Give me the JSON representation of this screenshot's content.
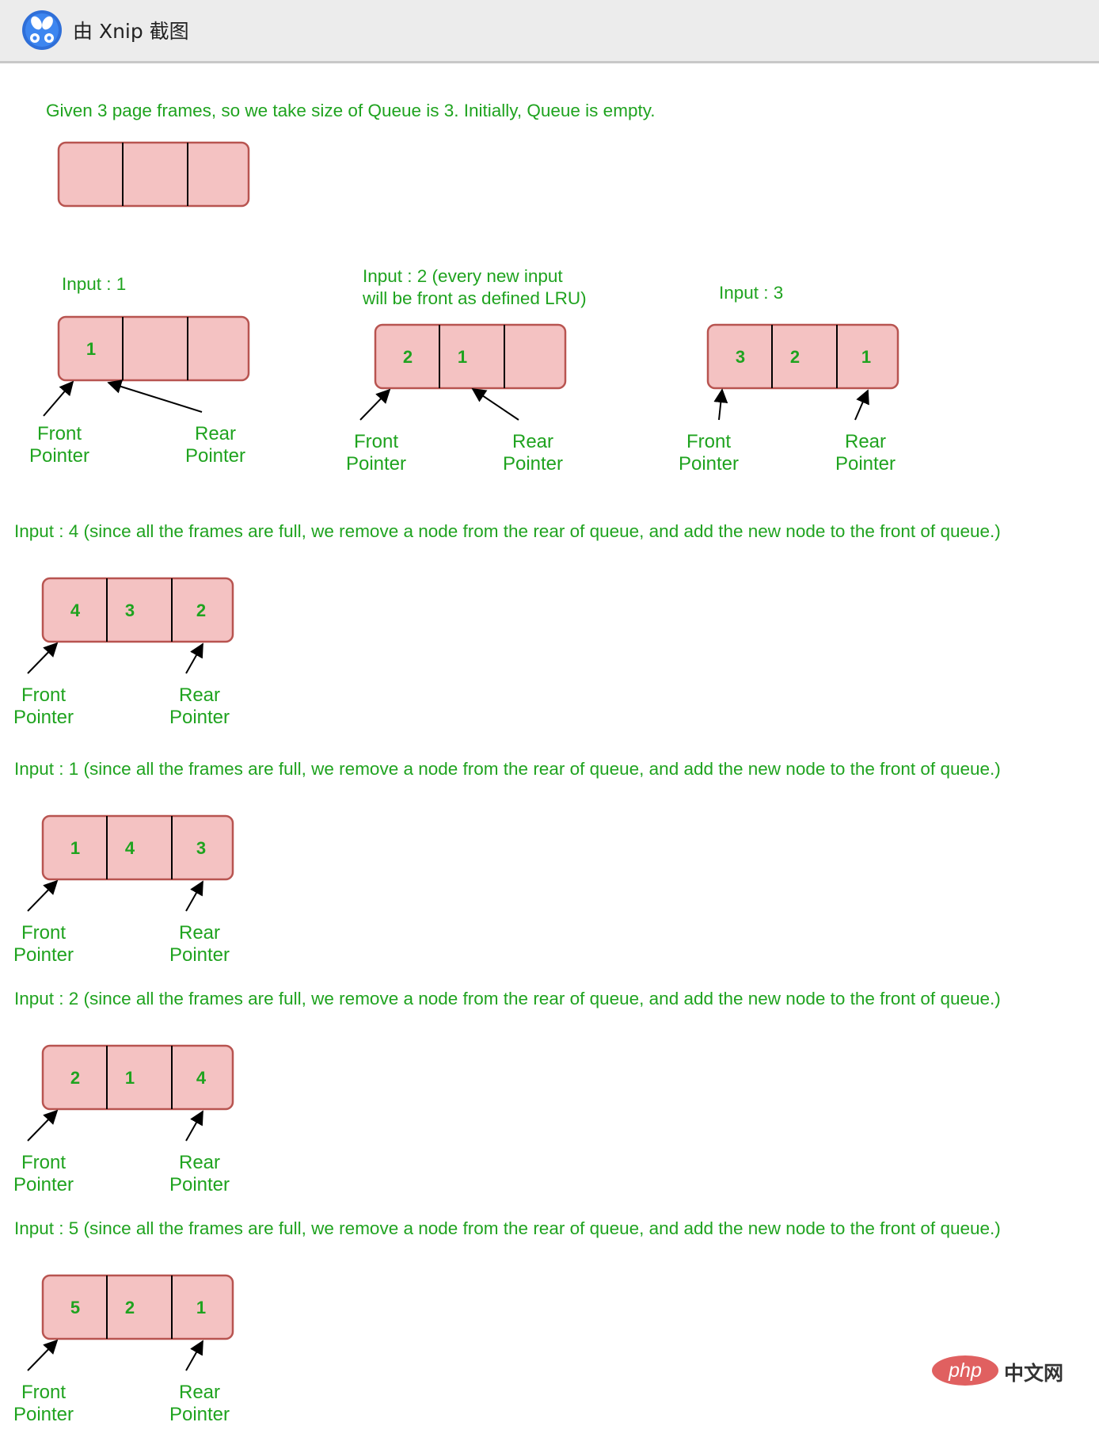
{
  "window": {
    "title": "由 Xnip 截图"
  },
  "diagram": {
    "intro": "Given 3 page frames, so we take size of  Queue is 3. Initially, Queue is empty.",
    "front_label": [
      "Front",
      "Pointer"
    ],
    "rear_label": [
      "Rear",
      "Pointer"
    ],
    "steps": [
      {
        "caption": [
          "Input : 1"
        ],
        "cells": [
          "1",
          "",
          ""
        ]
      },
      {
        "caption": [
          "Input : 2 (every new input",
          "will be front as defined LRU)"
        ],
        "cells": [
          "2",
          "1",
          ""
        ]
      },
      {
        "caption": [
          "Input : 3"
        ],
        "cells": [
          "3",
          "2",
          "1"
        ]
      },
      {
        "caption": [
          "Input : 4 (since all the frames are full, we remove a node from the rear of queue, and add the new node to the front of queue.)"
        ],
        "cells": [
          "4",
          "3",
          "2"
        ]
      },
      {
        "caption": [
          "Input : 1 (since all the frames are full, we remove a node from the rear of queue, and add the new node to the front of queue.)"
        ],
        "cells": [
          "1",
          "4",
          "3"
        ]
      },
      {
        "caption": [
          "Input : 2 (since all the frames are full, we remove a node from the rear of queue, and add the new node to the front of queue.)"
        ],
        "cells": [
          "2",
          "1",
          "4"
        ]
      },
      {
        "caption": [
          "Input : 5 (since all the frames are full, we remove a node from the rear of queue, and add the new node to the front of queue.)"
        ],
        "cells": [
          "5",
          "2",
          "1"
        ]
      }
    ]
  },
  "watermark": {
    "logo": "php",
    "text": "中文网"
  },
  "colors": {
    "text": "#1fa31f",
    "cell_fill": "#f4c2c2",
    "cell_stroke": "#b85450",
    "divider": "#000000"
  }
}
